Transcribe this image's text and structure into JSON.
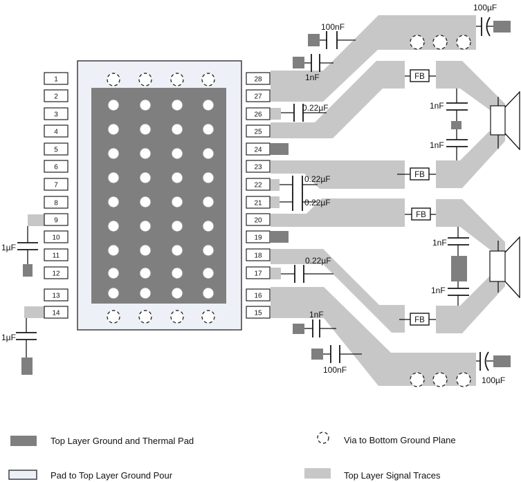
{
  "pins": {
    "left": [
      "1",
      "2",
      "3",
      "4",
      "5",
      "6",
      "7",
      "8",
      "9",
      "10",
      "11",
      "12",
      "13",
      "14"
    ],
    "right": [
      "28",
      "27",
      "26",
      "25",
      "24",
      "23",
      "22",
      "21",
      "20",
      "19",
      "18",
      "17",
      "16",
      "15"
    ]
  },
  "components": {
    "cap_100uf_top": "100µF",
    "cap_100nf_top": "100nF",
    "cap_1nf_top": "1nF",
    "cap_022uf_pin26": "0.22µF",
    "cap_022uf_pin22": "0.22µF",
    "cap_022uf_pin21": "0.22µF",
    "cap_022uf_pin17": "0.22µF",
    "cap_1nf_spk1_top": "1nF",
    "cap_1nf_spk1_bot": "1nF",
    "cap_1nf_spk2_top": "1nF",
    "cap_1nf_spk2_bot": "1nF",
    "cap_1nf_bottom": "1nF",
    "cap_100nf_bottom": "100nF",
    "cap_100uf_bottom": "100µF",
    "cap_1uf_pin9": "1µF",
    "cap_1uf_pin14": "1µF",
    "ferrite_bead": "FB"
  },
  "legend": {
    "thermal_pad": "Top Layer Ground and Thermal Pad",
    "ground_pour": "Pad to Top Layer Ground Pour",
    "via": "Via to Bottom Ground Plane",
    "signal_traces": "Top Layer Signal Traces"
  },
  "colors": {
    "ground_dark": "#7F7F7F",
    "signal_trace": "#C7C7C7",
    "ground_pour": "#EDF1F7"
  }
}
